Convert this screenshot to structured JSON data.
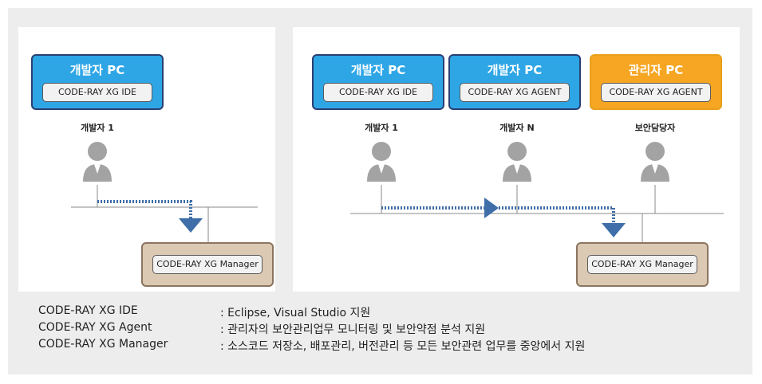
{
  "left_panel": {
    "pc": {
      "title": "개발자 PC",
      "sub": "CODE-RAY XG IDE"
    },
    "person": {
      "label": "개발자 1"
    },
    "manager": {
      "label": "CODE-RAY XG Manager"
    }
  },
  "right_panel": {
    "pcs": [
      {
        "title": "개발자 PC",
        "sub": "CODE-RAY XG IDE"
      },
      {
        "title": "개발자 PC",
        "sub": "CODE-RAY XG AGENT"
      },
      {
        "title": "관리자 PC",
        "sub": "CODE-RAY XG AGENT"
      }
    ],
    "persons": [
      {
        "label": "개발자 1"
      },
      {
        "label": "개발자 N"
      },
      {
        "label": "보안담당자"
      }
    ],
    "manager": {
      "label": "CODE-RAY XG Manager"
    }
  },
  "legend": [
    {
      "term": "CODE-RAY XG IDE",
      "desc": ": Eclipse, Visual Studio 지원"
    },
    {
      "term": "CODE-RAY XG Agent",
      "desc": ": 관리자의 보안관리업무 모니터링 및 보안약점 분석 지원"
    },
    {
      "term": "CODE-RAY XG Manager",
      "desc": ": 소스코드 저장소, 배포관리, 버전관리 등 모든 보안관련 업무를 중앙에서 지원"
    }
  ],
  "colors": {
    "dev_pc": "#2ea6e6",
    "admin_pc": "#f6a623",
    "manager": "#dcc9b3",
    "flow": "#3f6ea8"
  },
  "icons": [
    "person-icon",
    "arrow-down-icon",
    "arrow-right-icon"
  ]
}
